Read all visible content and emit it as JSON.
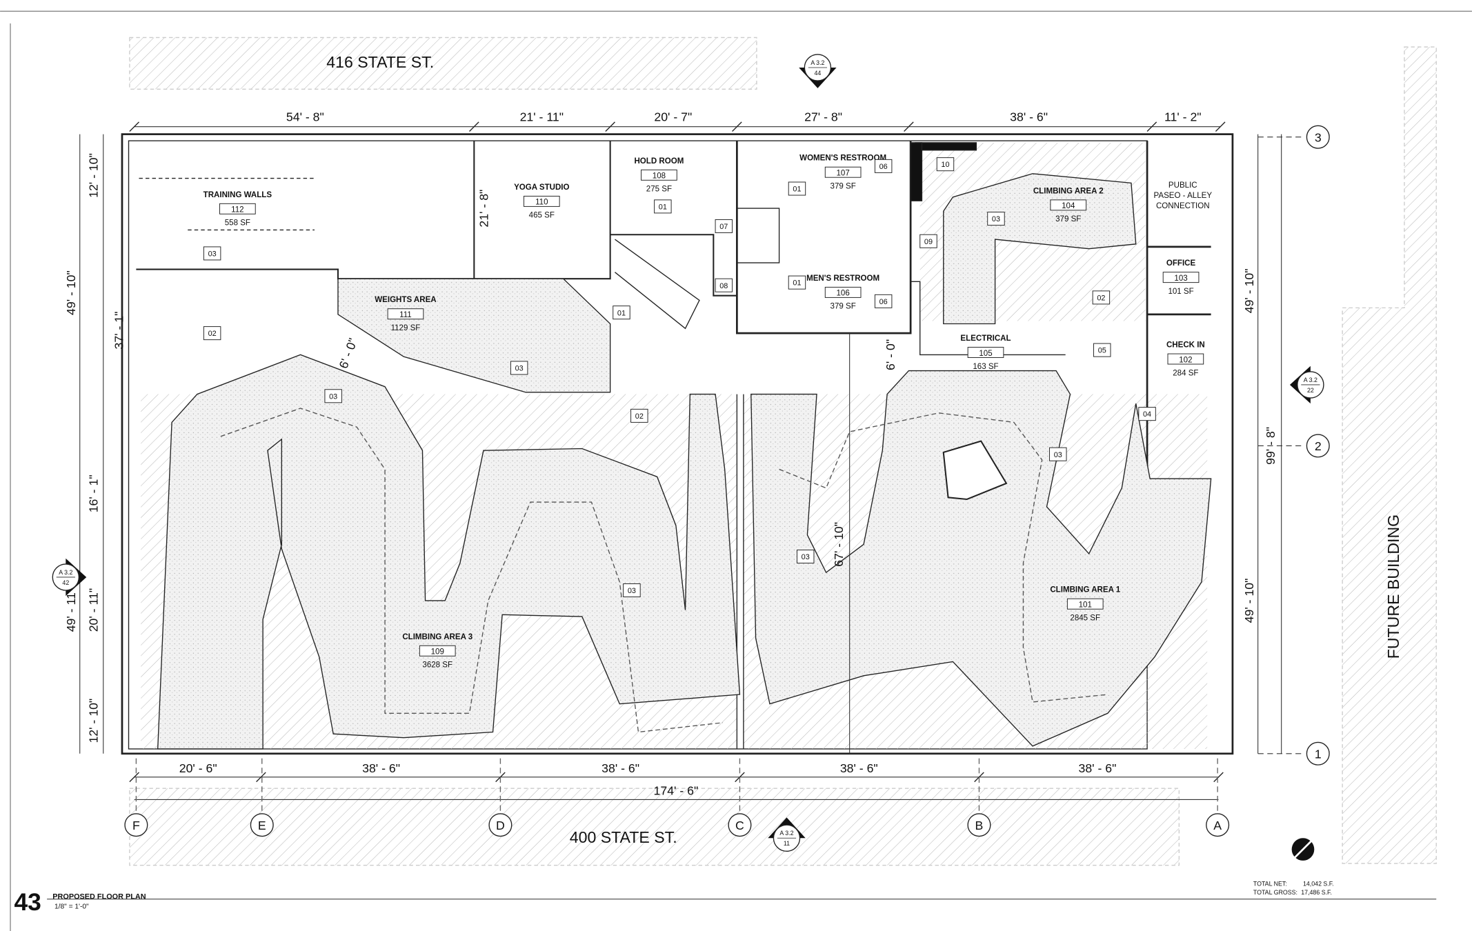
{
  "streets": {
    "north": "416 STATE ST.",
    "south": "400 STATE ST.",
    "east_building": "FUTURE BUILDING"
  },
  "dimensions": {
    "top": [
      "54' - 8\"",
      "21' - 11\"",
      "20' - 7\"",
      "27' - 8\"",
      "38' - 6\"",
      "11' - 2\""
    ],
    "bottom": [
      "20' - 6\"",
      "38' - 6\"",
      "38' - 6\"",
      "38' - 6\"",
      "38' - 6\""
    ],
    "bottom_total": "174' - 6\"",
    "left_outer": [
      "49' - 10\"",
      "49' - 11\""
    ],
    "left_inner": [
      "12' - 10\"",
      "37' - 1\"",
      "16' - 1\"",
      "20' - 11\"",
      "12' - 10\""
    ],
    "right": [
      "49' - 10\"",
      "99' - 8\"",
      "49' - 10\""
    ],
    "interior": [
      "21' - 8\"",
      "6' - 0\"",
      "6' - 0\"",
      "67' - 10\""
    ]
  },
  "grid_lines": {
    "columns": [
      "F",
      "E",
      "D",
      "C",
      "B",
      "A"
    ],
    "rows": [
      "3",
      "2",
      "1"
    ]
  },
  "section_markers": [
    {
      "sheet": "A 3.2",
      "detail": "44"
    },
    {
      "sheet": "A 3.2",
      "detail": "11"
    },
    {
      "sheet": "A 3.2",
      "detail": "22"
    },
    {
      "sheet": "A 3.2",
      "detail": "42"
    }
  ],
  "rooms": [
    {
      "name": "TRAINING WALLS",
      "number": "112",
      "area": "558 SF"
    },
    {
      "name": "YOGA STUDIO",
      "number": "110",
      "area": "465 SF"
    },
    {
      "name": "HOLD ROOM",
      "number": "108",
      "area": "275 SF"
    },
    {
      "name": "WOMEN'S RESTROOM",
      "number": "107",
      "area": "379 SF"
    },
    {
      "name": "MEN'S RESTROOM",
      "number": "106",
      "area": "379 SF"
    },
    {
      "name": "CLIMBING AREA 2",
      "number": "104",
      "area": "379 SF"
    },
    {
      "name": "OFFICE",
      "number": "103",
      "area": "101 SF"
    },
    {
      "name": "CHECK IN",
      "number": "102",
      "area": "284 SF"
    },
    {
      "name": "ELECTRICAL",
      "number": "105",
      "area": "163 SF"
    },
    {
      "name": "WEIGHTS AREA",
      "number": "111",
      "area": "1129 SF"
    },
    {
      "name": "CLIMBING AREA 3",
      "number": "109",
      "area": "3628 SF"
    },
    {
      "name": "CLIMBING AREA 1",
      "number": "101",
      "area": "2845 SF"
    }
  ],
  "public_paseo": [
    "PUBLIC",
    "PASEO - ALLEY",
    "CONNECTION"
  ],
  "keynote_tags": [
    "03",
    "02",
    "01",
    "07",
    "08",
    "01",
    "03",
    "03",
    "02",
    "01",
    "01",
    "06",
    "06",
    "10",
    "09",
    "03",
    "02",
    "05",
    "04",
    "03",
    "03",
    "03"
  ],
  "title_block": {
    "number": "43",
    "title": "PROPOSED FLOOR PLAN",
    "scale": "1/8\" = 1'-0\""
  },
  "totals": {
    "net_label": "TOTAL NET:",
    "net_value": "14,042 S.F.",
    "gross_label": "TOTAL GROSS:",
    "gross_value": "17,486 S.F."
  }
}
